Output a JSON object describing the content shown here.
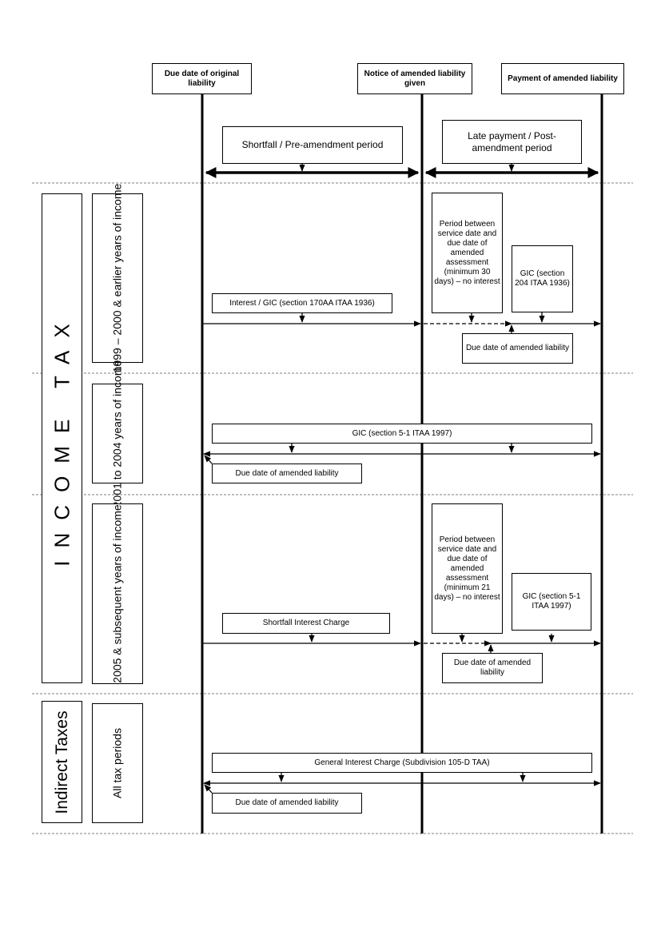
{
  "headers": {
    "original_due": "Due date of original liability",
    "notice_amended": "Notice of amended liability given",
    "payment_amended": "Payment of amended liability"
  },
  "periods": {
    "shortfall": "Shortfall / Pre-amendment period",
    "late_payment": "Late payment / Post-amendment period"
  },
  "side_labels": {
    "income_tax": "INCOME TAX",
    "indirect_taxes": "Indirect Taxes"
  },
  "section_1999": {
    "label": "1999 – 2000 & earlier years of income",
    "interest": "Interest / GIC (section 170AA ITAA 1936)",
    "period_note": "Period between service date and due date of amended assessment (minimum 30 days) – no interest",
    "gic": "GIC (section 204 ITAA 1936)",
    "due_date": "Due date of amended liability"
  },
  "section_2001": {
    "label": "2001 to 2004 years of income",
    "gic": "GIC (section 5-1 ITAA 1997)",
    "due_date": "Due date of amended liability"
  },
  "section_2005": {
    "label": "2005 & subsequent years of income",
    "shortfall": "Shortfall Interest Charge",
    "period_note": "Period between service date and due date of amended assessment (minimum 21 days) – no interest",
    "gic": "GIC (section 5-1 ITAA 1997)",
    "due_date": "Due date of amended liability"
  },
  "section_indirect": {
    "label": "All tax periods",
    "gic": "General Interest Charge (Subdivision 105-D TAA)",
    "due_date": "Due date of amended liability"
  }
}
